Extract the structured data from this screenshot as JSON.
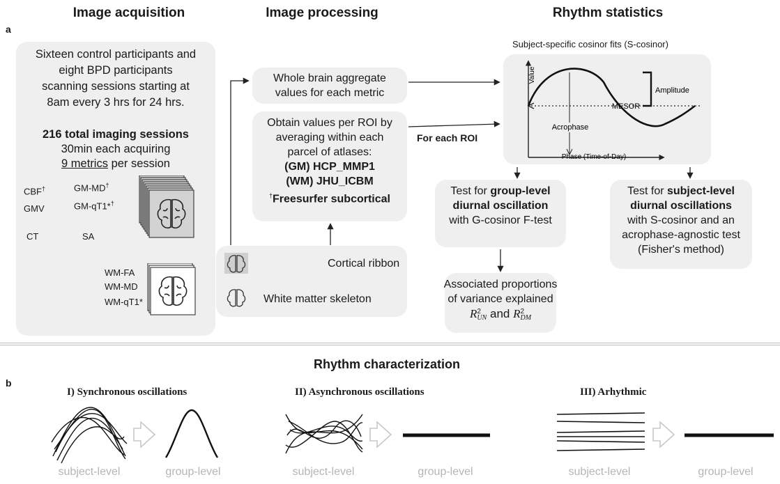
{
  "headers": {
    "acquisition": "Image acquisition",
    "processing": "Image processing",
    "statistics": "Rhythm statistics",
    "panel_a": "a",
    "panel_b": "b"
  },
  "acquisition": {
    "line1": "Sixteen control participants and",
    "line2": "eight BPD participants",
    "line3": "scanning sessions starting at",
    "line4": "8am every 3 hrs for 24 hrs.",
    "sessions_bold": "216 total imaging sessions",
    "sessions_l2": "30min each acquiring",
    "metrics_underlined": "9 metrics",
    "metrics_rest": " per session",
    "gm_metrics": {
      "cbf": "CBF",
      "cbf_sup": "†",
      "gmmd": "GM-MD",
      "gmmd_sup": "†",
      "gmv": "GMV",
      "gmqt1": "GM-qT1*",
      "gmqt1_sup": "†",
      "ct": "CT",
      "sa": "SA"
    },
    "wm_metrics": [
      "WM-FA",
      "WM-MD",
      "WM-qT1*"
    ]
  },
  "processing": {
    "whole_brain_l1": "Whole brain aggregate",
    "whole_brain_l2": "values for each metric",
    "roi_l1": "Obtain values per ROI by",
    "roi_l2": "averaging within each",
    "roi_l3": "parcel of atlases:",
    "atlas_gm": "(GM) HCP_MMP1",
    "atlas_wm": "(WM) JHU_ICBM",
    "atlas_sub_sup": "†",
    "atlas_sub": "Freesurfer subcortical",
    "legend_cortical": "Cortical ribbon",
    "legend_wm": "White matter skeleton",
    "for_each_roi": "For each ROI"
  },
  "statistics": {
    "cosinor_title": "Subject-specific cosinor fits (S-cosinor)",
    "axis_value": "Value",
    "axis_phase": "Phase (Time-of-Day)",
    "amplitude": "Amplitude",
    "mesor": "MESOR",
    "acrophase": "Acrophase",
    "group_l1": "Test for ",
    "group_b1": "group-level",
    "group_b2": "diurnal oscillation",
    "group_l3": "with G-cosinor F-test",
    "subject_l1": "Test for ",
    "subject_b1": "subject-level",
    "subject_b2": "diurnal oscillations",
    "subject_l3": "with S-cosinor and an",
    "subject_l4": "acrophase-agnostic test",
    "subject_l5": "(Fisher's method)",
    "variance_l1": "Associated proportions",
    "variance_l2": "of variance explained",
    "r_un_base": "R",
    "r_un_sup": "2",
    "r_un_sub": "UN",
    "r_and": " and ",
    "r_dm_base": "R",
    "r_dm_sup": "2",
    "r_dm_sub": "DM"
  },
  "characterization": {
    "title": "Rhythm characterization",
    "panels": [
      {
        "title": "I) Synchronous oscillations",
        "left": "subject-level",
        "right": "group-level"
      },
      {
        "title": "II) Asynchronous oscillations",
        "left": "subject-level",
        "right": "group-level"
      },
      {
        "title": "III) Arhythmic",
        "left": "subject-level",
        "right": "group-level"
      }
    ]
  },
  "colors": {
    "box": "#efefef",
    "grey_text": "#b5b5b5",
    "arrow_hollow": "#c8c8c8",
    "stack_fill": "#d3d3d3"
  }
}
